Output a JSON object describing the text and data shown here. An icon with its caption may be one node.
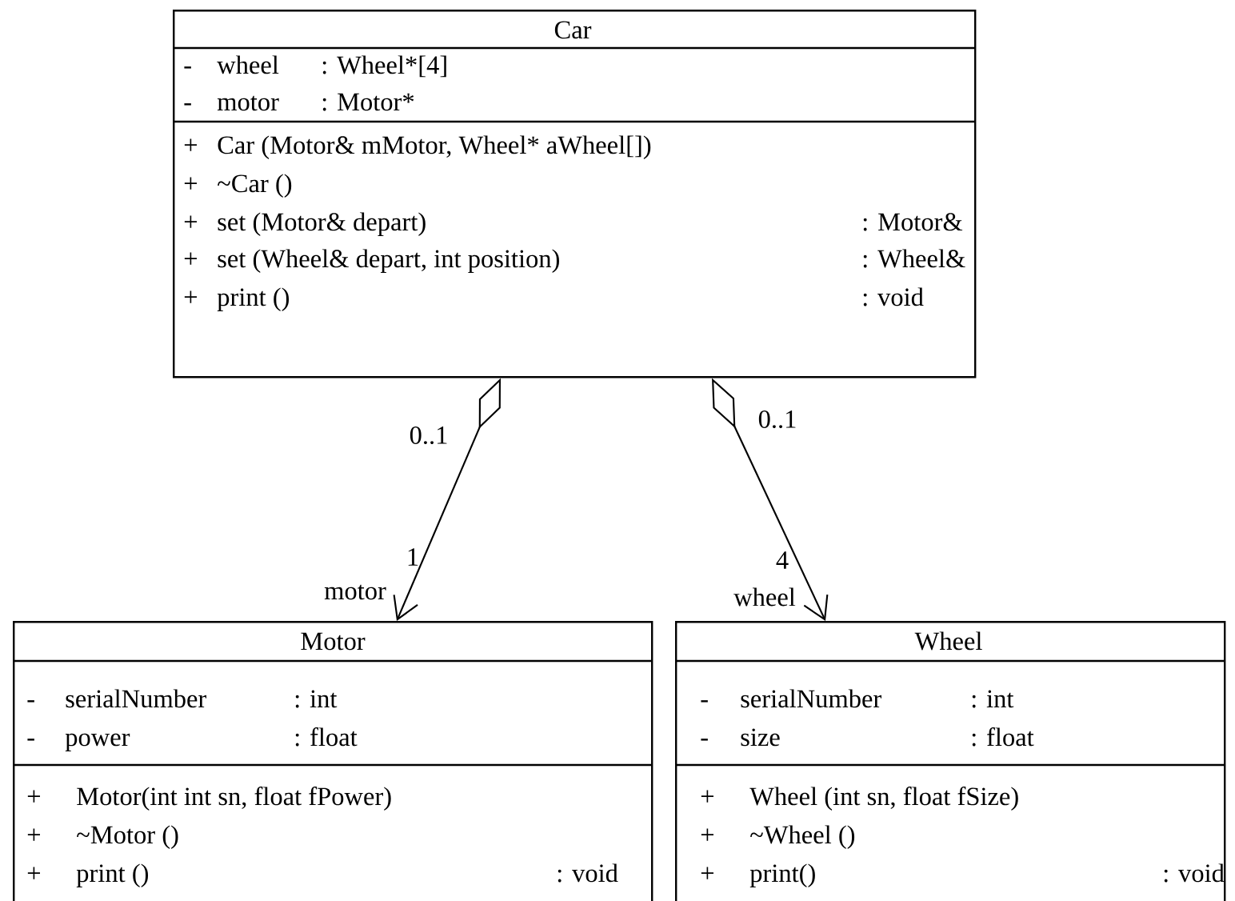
{
  "diagram": {
    "nodes": [
      {
        "text": [
          "Car",
          "-",
          "wheel",
          ": Wheel*[4]",
          "-",
          "motor",
          ": Motor*",
          "+",
          "Car (Motor& mMotor, Wheel* aWheel[])",
          "+",
          "~Car ()",
          "+",
          "set (Motor& depart)",
          ": Motor&",
          "+",
          "set (Wheel& depart, int position)",
          ": Wheel&",
          "+",
          "print ()",
          ": void"
        ]
      },
      {
        "text": [
          "Motor",
          "-",
          "serialNumber",
          ": int",
          "-",
          "power",
          ": float",
          "+",
          "Motor(int int sn, float fPower)",
          "+",
          "~Motor ()",
          "+",
          "print ()",
          ": void"
        ]
      },
      {
        "text": [
          "Wheel",
          "-",
          "serialNumber",
          ": int",
          "-",
          "size",
          ": float",
          "+",
          "Wheel (int sn, float fSize)",
          "+",
          "~Wheel ()",
          "+",
          "print()",
          ": void"
        ]
      }
    ],
    "edges": [
      {
        "from": 0,
        "to": 1,
        "arrow": "to"
      },
      {
        "from": 0,
        "to": 2,
        "arrow": "to"
      }
    ],
    "labels": [
      "0..1",
      "0..1",
      "1",
      "motor",
      "4",
      "wheel"
    ]
  }
}
